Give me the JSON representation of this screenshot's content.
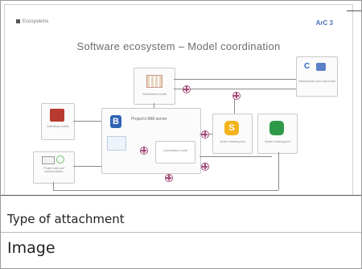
{
  "thumbnail": {
    "brand_text": "Ecosystems",
    "logo_text": "ArC 3",
    "slide_title": "Software ecosystem – Model coordination",
    "center_label": "Project's BIM server",
    "boxes": {
      "top_center": "Coordination model",
      "top_right": "Infrastructure and road model",
      "left_top": "Authoring models",
      "left_bottom": "Project data and documentation",
      "center_sub": "Coordination model",
      "mid_right": "Model checking tool",
      "far_right": "Model checking tool"
    },
    "icons": {
      "b_letter": "B",
      "s_letter": "S"
    }
  },
  "attachment": {
    "type_label": "Type of attachment",
    "type_value": "Image"
  }
}
